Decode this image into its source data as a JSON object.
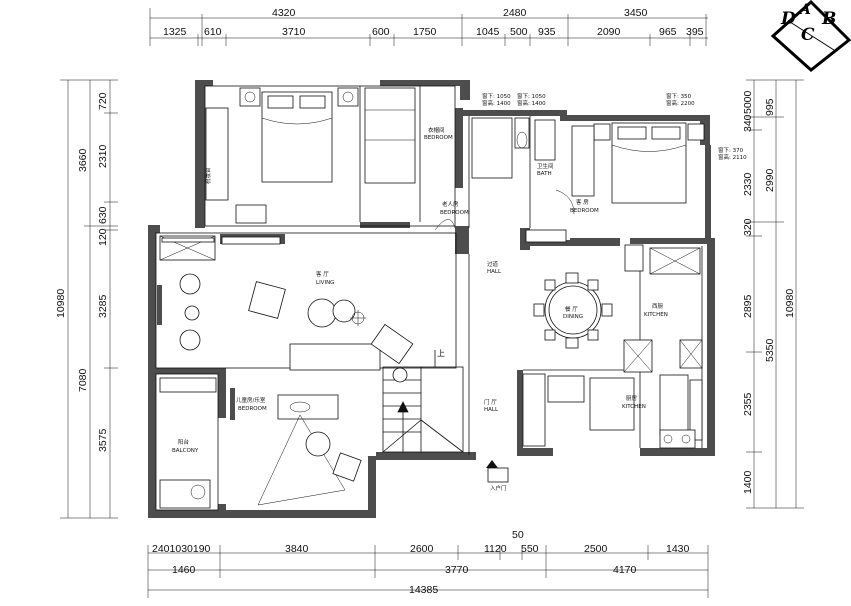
{
  "logo": {
    "letters": [
      "D",
      "A",
      "B",
      "C"
    ]
  },
  "dims_top": {
    "row1": [
      "4320",
      "2480",
      "3450"
    ],
    "row2": [
      "1325",
      "610",
      "3710",
      "600",
      "1750",
      "1045",
      "500",
      "935",
      "2090",
      "965",
      "395"
    ]
  },
  "dims_bottom": {
    "row_a": "50",
    "row1": [
      "2401030190",
      "3840",
      "2600",
      "1120",
      "550",
      "2500",
      "1430"
    ],
    "row2": [
      "1460",
      "3770",
      "4170"
    ],
    "total": "14385"
  },
  "dims_left": {
    "outer": "10980",
    "col1": [
      "3660",
      "7080"
    ],
    "col2": [
      "720",
      "2310",
      "630",
      "120",
      "3285",
      "3575"
    ]
  },
  "dims_right": {
    "outer": "10980",
    "col1": [
      "5000",
      "340",
      "2330",
      "320",
      "2895",
      "2355",
      "1400"
    ],
    "col2": [
      "995",
      "2990",
      "5350"
    ]
  },
  "rooms": {
    "bedroom_master": {
      "cn": "老人房",
      "en": "BEDROOM"
    },
    "cloak": {
      "cn": "衣帽间",
      "en": "BEDROOM"
    },
    "bath": {
      "cn": "卫生间",
      "en": "BATH"
    },
    "bedroom_guest": {
      "cn": "客 房",
      "en": "BEDROOM"
    },
    "living": {
      "cn": "客 厅",
      "en": "LIVING"
    },
    "hall_upper": {
      "cn": "过道",
      "en": "HALL"
    },
    "dining": {
      "cn": "餐 厅",
      "en": "DINING"
    },
    "kitchen_west": {
      "cn": "西厨",
      "en": "KITCHEN"
    },
    "kids": {
      "cn": "儿童房/乐室",
      "en": "BEDROOM"
    },
    "balcony": {
      "cn": "阳台",
      "en": "BALCONY"
    },
    "hall_entry": {
      "cn": "门 厅",
      "en": "HALL"
    },
    "kitchen": {
      "cn": "厨房",
      "en": "KITCHEN"
    },
    "entrance": {
      "cn": "入户门"
    },
    "up": {
      "cn": "上"
    },
    "desk_tag": {
      "cn": "梳妆台"
    }
  },
  "windows": {
    "w1": [
      "窗下: 1050",
      "窗高: 1400"
    ],
    "w2": [
      "窗下: 1050",
      "窗高: 1400"
    ],
    "w3": [
      "窗下: 350",
      "窗高: 2200"
    ],
    "w4": [
      "窗下: 370",
      "窗高: 2110"
    ]
  },
  "colors": {
    "wall": "#4d4d4d",
    "line": "#111111",
    "background": "#ffffff"
  }
}
